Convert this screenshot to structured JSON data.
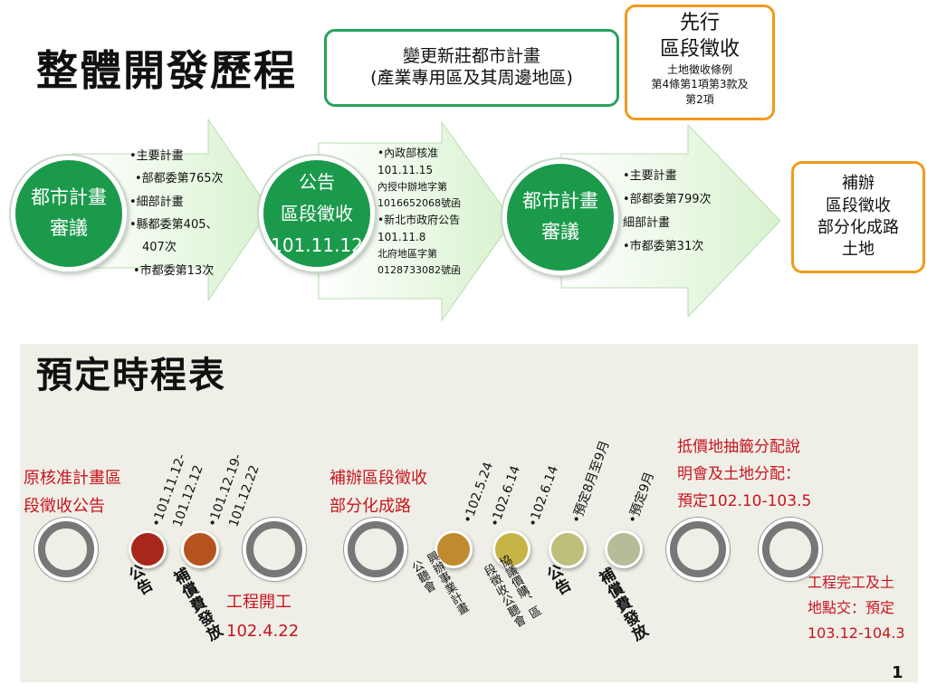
{
  "header": {
    "title": "整體開發歷程"
  },
  "top_boxes": {
    "change_plan": {
      "line1": "變更新莊都市計畫",
      "line2": "(產業專用區及其周邊地區)"
    },
    "advance": {
      "line1": "先行",
      "line2": "區段徵收",
      "note1": "土地徵收條例",
      "note2": "第4條第1項第3款及",
      "note3": "第2項"
    },
    "supplement": {
      "line1": "補辦",
      "line2": "區段徵收",
      "line3": "部分化成路",
      "line4": "土地"
    }
  },
  "flow": {
    "circle1": {
      "line1": "都市計畫",
      "line2": "審議"
    },
    "circle2": {
      "line1": "公告",
      "line2": "區段徵收",
      "line3": "101.11.12"
    },
    "circle3": {
      "line1": "都市計畫",
      "line2": "審議"
    },
    "arrow1_items": [
      "•主要計畫",
      "•部都委第765次",
      "•細部計畫",
      "•縣都委第405、",
      "407次",
      "•市都委第13次"
    ],
    "arrow2_items": [
      "•內政部核准",
      "101.11.15",
      "內授中辦地字第",
      "1016652068號函",
      "•新北市政府公告",
      "101.11.8",
      "北府地區字第",
      "0128733082號函"
    ],
    "arrow3_items": [
      "•主要計畫",
      "•部都委第799次",
      "細部計畫",
      "•市都委第31次"
    ]
  },
  "schedule": {
    "title": "預定時程表",
    "orig_approval": {
      "line1": "原核准計畫區",
      "line2": "段徵收公告"
    },
    "supplement": {
      "line1": "補辦區段徵收",
      "line2": "部分化成路"
    },
    "lottery": {
      "line1": "抵價地抽籤分配說",
      "line2": "明會及土地分配：",
      "line3": "預定102.10-103.5"
    },
    "start": {
      "line1": "工程開工",
      "line2": "102.4.22"
    },
    "completion": {
      "line1": "工程完工及土",
      "line2": "地點交：預定",
      "line3": "103.12-104.3"
    },
    "dates": {
      "d1a": "•101.11.12-",
      "d1b": "101.12.12",
      "d2a": "•101.12.19-",
      "d2b": "101.12.22",
      "d3": "•102.5.24",
      "d4": "•102.6.14",
      "d5": "•102.6.14",
      "d6": "•預定8月至9月",
      "d7": "•預定9月"
    },
    "labels": {
      "announce1": "公告",
      "compensation1": "補償費發放",
      "hearing1a": "興辦事業計畫",
      "hearing1b": "公聽會",
      "hearing2a": "協議價購、區",
      "hearing2b": "段徵收公聽會",
      "announce2": "公告",
      "compensation2": "補償費發放"
    },
    "colors": {
      "dot1": "#a8261a",
      "dot2": "#b5531f",
      "dot3": "#c08a2e",
      "dot4": "#c6b447",
      "dot5": "#bdbf7a",
      "dot6": "#b5bd98"
    }
  },
  "footer": {
    "page": "1"
  }
}
